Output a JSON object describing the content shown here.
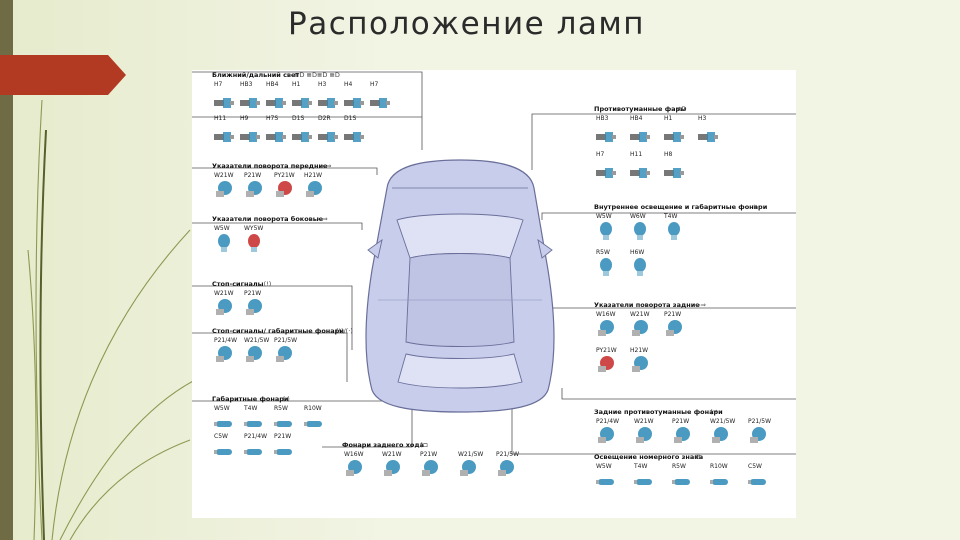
{
  "slide": {
    "title": "Расположение ламп",
    "colors": {
      "accent": "#b23a22",
      "sidebar": "#6f6c45",
      "bulb_blue": "#2a88b6",
      "bulb_red": "#c62828",
      "car_body": "#c8cdeb"
    }
  },
  "left_groups": [
    {
      "key": "headlights",
      "title": "Ближний/дальний свет",
      "symbol": "≣D ≣D≣D ≣D",
      "rows": [
        [
          "H7",
          "HB3",
          "HB4",
          "H1",
          "H3",
          "H4",
          "H7"
        ],
        [
          "H11",
          "H9",
          "H7S",
          "D1S",
          "D2R",
          "D1S"
        ]
      ],
      "bulb_type": "halogen"
    },
    {
      "key": "front_turn",
      "title": "Указатели поворота передние",
      "symbol": "⇐⇒",
      "rows": [
        [
          "W21W",
          "P21W",
          "PY21W",
          "H21W"
        ]
      ],
      "red": [
        "PY21W"
      ],
      "bulb_type": "glass"
    },
    {
      "key": "side_turn",
      "title": "Указатели поворота боковые",
      "symbol": "⇐⇒",
      "rows": [
        [
          "W5W",
          "WY5W"
        ]
      ],
      "red": [
        "WY5W"
      ],
      "bulb_type": "wedge"
    },
    {
      "key": "stop",
      "title": "Стоп-сигналы",
      "symbol": "(!)",
      "rows": [
        [
          "W21W",
          "P21W"
        ]
      ],
      "bulb_type": "glass"
    },
    {
      "key": "stop_parking",
      "title": "Стоп-сигналы/ габаритные фонари",
      "symbol": "(!)/(·)",
      "rows": [
        [
          "P21/4W",
          "W21/5W",
          "P21/5W"
        ]
      ],
      "bulb_type": "glass"
    },
    {
      "key": "parking",
      "title": "Габаритные фонари",
      "symbol": "(·)",
      "rows": [
        [
          "W5W",
          "T4W",
          "R5W",
          "R10W"
        ],
        [
          "C5W",
          "P21/4W",
          "P21W"
        ]
      ],
      "bulb_type": "small"
    }
  ],
  "right_groups": [
    {
      "key": "fog_front",
      "title": "Противотуманные фары",
      "symbol": "≢D",
      "rows": [
        [
          "HB3",
          "HB4",
          "H1",
          "H3"
        ],
        [
          "H7",
          "H11",
          "H8"
        ]
      ],
      "bulb_type": "halogen"
    },
    {
      "key": "interior",
      "title": "Внутреннее освещение и габаритные фонари",
      "symbol": "☀",
      "rows": [
        [
          "W5W",
          "W6W",
          "T4W"
        ],
        [
          "R5W",
          "H6W"
        ]
      ],
      "bulb_type": "wedge"
    },
    {
      "key": "rear_turn",
      "title": "Указатели поворота задние",
      "symbol": "⇐⇒",
      "rows": [
        [
          "W16W",
          "W21W",
          "P21W"
        ],
        [
          "PY21W",
          "H21W"
        ]
      ],
      "red": [
        "PY21W"
      ],
      "bulb_type": "glass"
    },
    {
      "key": "rear_fog",
      "title": "Задние противотуманные фонари",
      "symbol": "(≢",
      "rows": [
        [
          "P21/4W",
          "W21W",
          "P21W",
          "W21/5W",
          "P21/5W"
        ]
      ],
      "bulb_type": "glass"
    },
    {
      "key": "plate",
      "title": "Освещение номерного знака",
      "symbol": "⊞",
      "rows": [
        [
          "W5W",
          "T4W",
          "R5W",
          "R10W",
          "C5W"
        ]
      ],
      "bulb_type": "small"
    }
  ],
  "bottom_group": {
    "key": "reverse",
    "title": "Фонари заднего хода",
    "symbol": "(⊐",
    "rows": [
      [
        "W16W",
        "W21W",
        "P21W",
        "W21/5W",
        "P21/5W"
      ]
    ],
    "bulb_type": "glass"
  }
}
